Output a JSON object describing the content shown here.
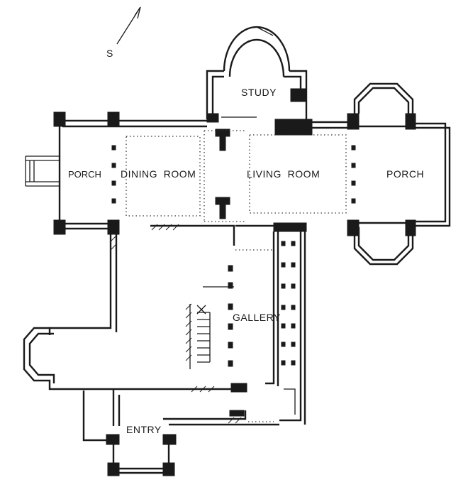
{
  "compass": {
    "label": "S"
  },
  "rooms": {
    "study": "STUDY",
    "porch_left": "PORCH",
    "dining_room": "DINING  ROOM",
    "living_room": "LIVING  ROOM",
    "porch_right": "PORCH",
    "gallery": "GALLERY",
    "entry": "ENTRY"
  }
}
